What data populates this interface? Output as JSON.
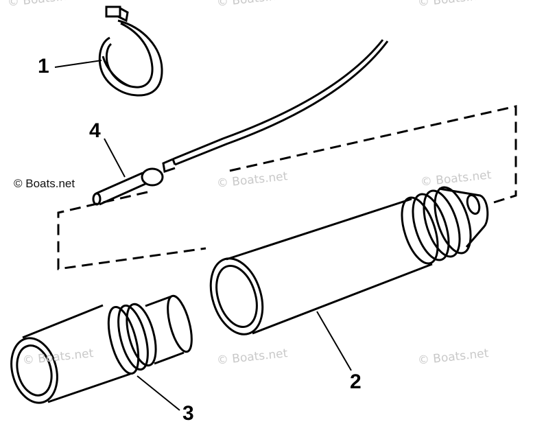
{
  "callouts": {
    "c1": "1",
    "c2": "2",
    "c3": "3",
    "c4": "4"
  },
  "watermarks": {
    "copyright_primary": "© Boats.net",
    "faint_text": "© Boats.net"
  },
  "parts": [
    {
      "callout": "1",
      "shape": "split-clamp-ring"
    },
    {
      "callout": "2",
      "shape": "tapered-sleeve"
    },
    {
      "callout": "3",
      "shape": "stepped-sleeve"
    },
    {
      "callout": "4",
      "shape": "sensor-with-lead"
    }
  ],
  "colors": {
    "line": "#000000",
    "watermark": "#c9c9c9",
    "background": "#ffffff"
  }
}
